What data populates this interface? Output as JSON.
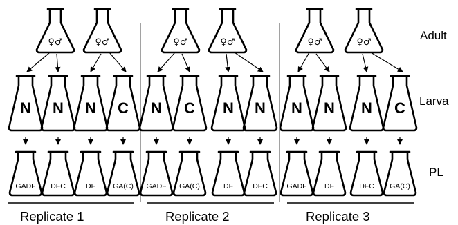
{
  "row_labels": {
    "adult": "Adult",
    "larva": "Larva",
    "pl": "PL"
  },
  "adult_symbols": "♀♂",
  "replicates": [
    {
      "label": "Replicate 1",
      "larva": [
        "N",
        "N",
        "N",
        "C"
      ],
      "pl": [
        "GADF",
        "DFC",
        "DF",
        "GA(C)"
      ]
    },
    {
      "label": "Replicate 2",
      "larva": [
        "N",
        "C",
        "N",
        "N"
      ],
      "pl": [
        "GADF",
        "GA(C)",
        "DF",
        "DFC"
      ]
    },
    {
      "label": "Replicate 3",
      "larva": [
        "N",
        "N",
        "N",
        "C"
      ],
      "pl": [
        "GADF",
        "DF",
        "DFC",
        "GA(C)"
      ]
    }
  ]
}
